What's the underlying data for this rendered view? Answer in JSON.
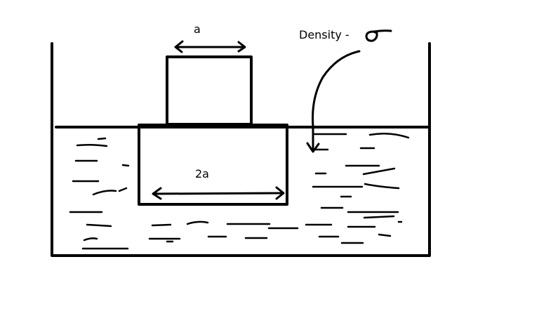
{
  "labels": {
    "small_block_width": "a",
    "large_block_width": "2a",
    "density": "Density -"
  },
  "symbols": {
    "density_symbol": "sigma-symbol"
  },
  "colors": {
    "ink": "#000000",
    "background": "#ffffff"
  }
}
